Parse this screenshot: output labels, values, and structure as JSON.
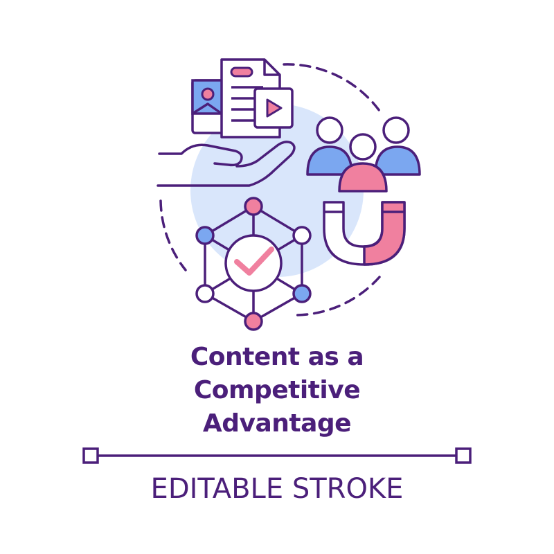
{
  "title": {
    "line1": "Content as a",
    "line2": "Competitive",
    "line3": "Advantage"
  },
  "caption": "EDITABLE STROKE",
  "colors": {
    "stroke": "#4b1f7a",
    "pink": "#f0809f",
    "blue": "#7ba7f0",
    "light_blue": "#d9e6fb",
    "background": "#ffffff"
  },
  "icons": [
    "documents-icon",
    "video-play-icon",
    "image-icon",
    "open-hand-icon",
    "people-group-icon",
    "magnet-icon",
    "network-hexagon-icon",
    "checkmark-icon"
  ]
}
